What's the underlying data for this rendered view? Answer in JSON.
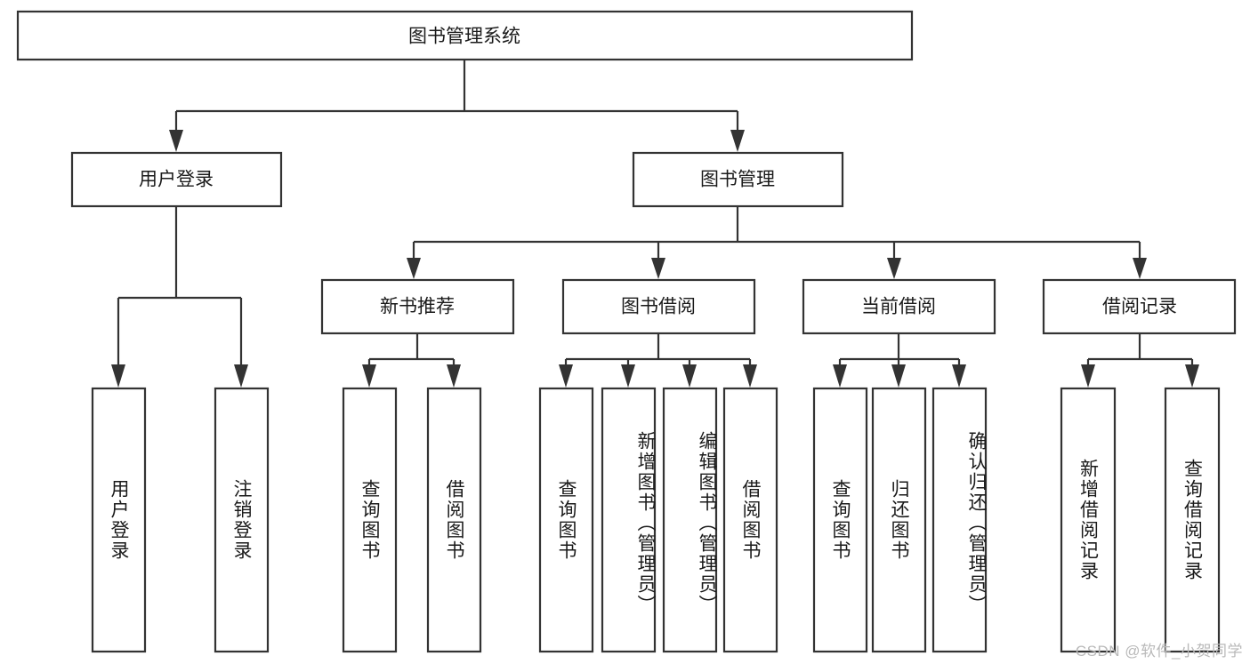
{
  "diagram": {
    "type": "tree-hierarchy",
    "title": "图书管理系统",
    "watermark": "CSDN @软件_小贺同学",
    "levels": {
      "root": {
        "label": "图书管理系统"
      },
      "level2": [
        {
          "id": "user-login",
          "label": "用户登录"
        },
        {
          "id": "book-management",
          "label": "图书管理"
        }
      ],
      "level3": [
        {
          "id": "new-book-recommend",
          "label": "新书推荐",
          "parent": "book-management"
        },
        {
          "id": "book-borrow",
          "label": "图书借阅",
          "parent": "book-management"
        },
        {
          "id": "current-borrow",
          "label": "当前借阅",
          "parent": "book-management"
        },
        {
          "id": "borrow-record",
          "label": "借阅记录",
          "parent": "book-management"
        }
      ],
      "leaves": [
        {
          "id": "leaf-user-login",
          "label": "用户登录",
          "parent": "user-login"
        },
        {
          "id": "leaf-logout-login",
          "label": "注销登录",
          "parent": "user-login"
        },
        {
          "id": "leaf-query-book-1",
          "label": "查询图书",
          "parent": "new-book-recommend"
        },
        {
          "id": "leaf-borrow-book-1",
          "label": "借阅图书",
          "parent": "new-book-recommend"
        },
        {
          "id": "leaf-query-book-2",
          "label": "查询图书",
          "parent": "book-borrow"
        },
        {
          "id": "leaf-add-book",
          "label": "新增图书（管理员）",
          "parent": "book-borrow"
        },
        {
          "id": "leaf-edit-book",
          "label": "编辑图书（管理员）",
          "parent": "book-borrow"
        },
        {
          "id": "leaf-borrow-book-2",
          "label": "借阅图书",
          "parent": "book-borrow"
        },
        {
          "id": "leaf-query-book-3",
          "label": "查询图书",
          "parent": "current-borrow"
        },
        {
          "id": "leaf-return-book",
          "label": "归还图书",
          "parent": "current-borrow"
        },
        {
          "id": "leaf-confirm-return",
          "label": "确认归还（管理员）",
          "parent": "current-borrow"
        },
        {
          "id": "leaf-add-record",
          "label": "新增借阅记录",
          "parent": "borrow-record"
        },
        {
          "id": "leaf-query-record",
          "label": "查询借阅记录",
          "parent": "borrow-record"
        }
      ]
    },
    "colors": {
      "stroke": "#333333",
      "fill": "#ffffff",
      "text": "#1a1a1a",
      "watermark": "#b9b9b9"
    }
  }
}
